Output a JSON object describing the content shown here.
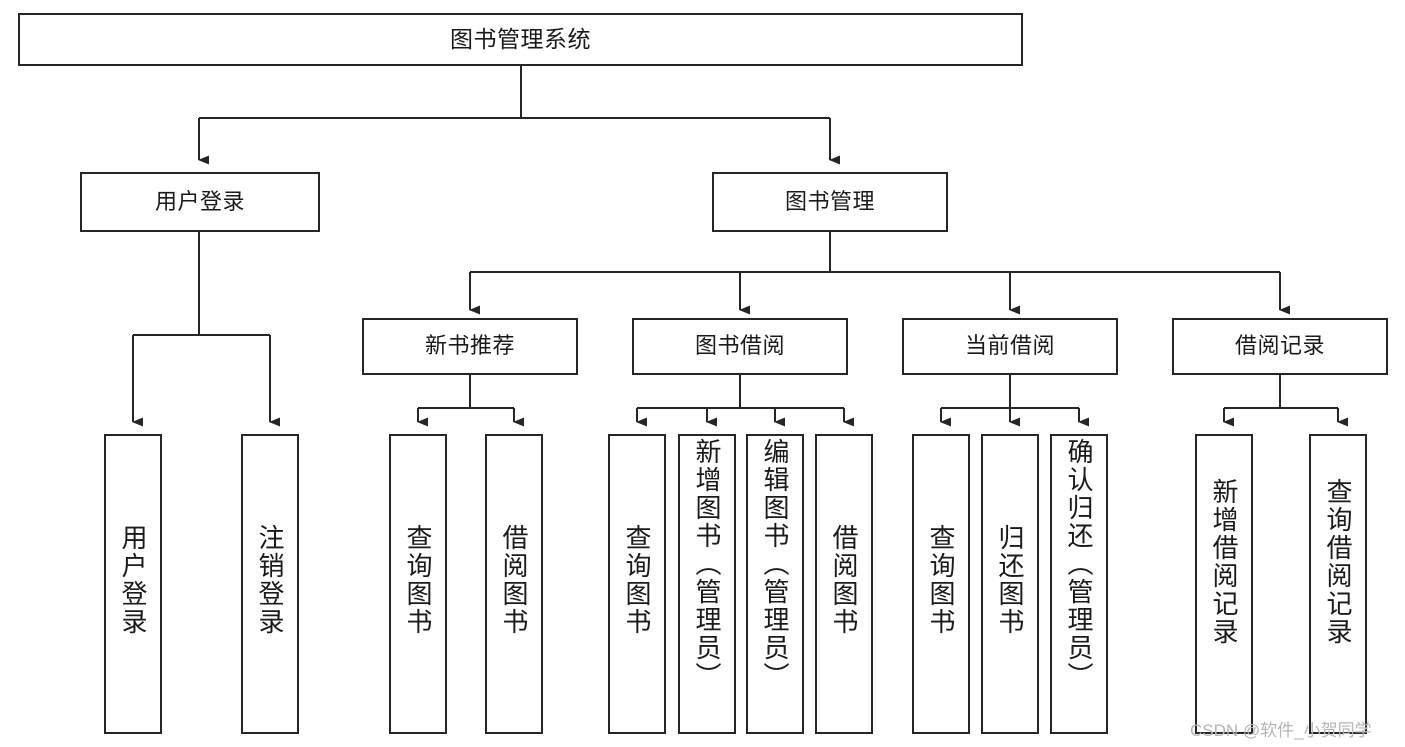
{
  "diagram": {
    "title": "图书管理系统",
    "type": "tree",
    "orientation": "top-down",
    "colors": {
      "box_border": "#262626",
      "box_fill": "#ffffff",
      "connector": "#262626",
      "text": "#1a1a1a",
      "watermark": "#b5b5b5",
      "background": "#ffffff"
    }
  },
  "nodes": {
    "root": {
      "label": "图书管理系统",
      "orientation": "horizontal"
    },
    "level2": [
      {
        "id": "user-login",
        "label": "用户登录",
        "orientation": "horizontal"
      },
      {
        "id": "book-management",
        "label": "图书管理",
        "orientation": "horizontal"
      }
    ],
    "level3": [
      {
        "id": "new-book-recommend",
        "label": "新书推荐",
        "orientation": "horizontal"
      },
      {
        "id": "book-borrow",
        "label": "图书借阅",
        "orientation": "horizontal"
      },
      {
        "id": "current-borrow",
        "label": "当前借阅",
        "orientation": "horizontal"
      },
      {
        "id": "borrow-record",
        "label": "借阅记录",
        "orientation": "horizontal"
      }
    ],
    "leaves": {
      "user-login": [
        {
          "id": "leaf-user-login",
          "label": "用户登录",
          "orientation": "vertical"
        },
        {
          "id": "leaf-logout",
          "label": "注销登录",
          "orientation": "vertical"
        }
      ],
      "new-book-recommend": [
        {
          "id": "leaf-query-book-1",
          "label": "查询图书",
          "orientation": "vertical"
        },
        {
          "id": "leaf-borrow-book-1",
          "label": "借阅图书",
          "orientation": "vertical"
        }
      ],
      "book-borrow": [
        {
          "id": "leaf-query-book-2",
          "label": "查询图书",
          "orientation": "vertical"
        },
        {
          "id": "leaf-add-book",
          "label": "新增图书（管理员）",
          "orientation": "vertical"
        },
        {
          "id": "leaf-edit-book",
          "label": "编辑图书（管理员）",
          "orientation": "vertical"
        },
        {
          "id": "leaf-borrow-book-2",
          "label": "借阅图书",
          "orientation": "vertical"
        }
      ],
      "current-borrow": [
        {
          "id": "leaf-query-book-3",
          "label": "查询图书",
          "orientation": "vertical"
        },
        {
          "id": "leaf-return-book",
          "label": "归还图书",
          "orientation": "vertical"
        },
        {
          "id": "leaf-confirm-return",
          "label": "确认归还（管理员）",
          "orientation": "vertical"
        }
      ],
      "borrow-record": [
        {
          "id": "leaf-add-record",
          "label": "新增借阅记录",
          "orientation": "vertical"
        },
        {
          "id": "leaf-query-record",
          "label": "查询借阅记录",
          "orientation": "vertical"
        }
      ]
    }
  },
  "watermark": {
    "text": "CSDN @软件_小贺同学"
  }
}
